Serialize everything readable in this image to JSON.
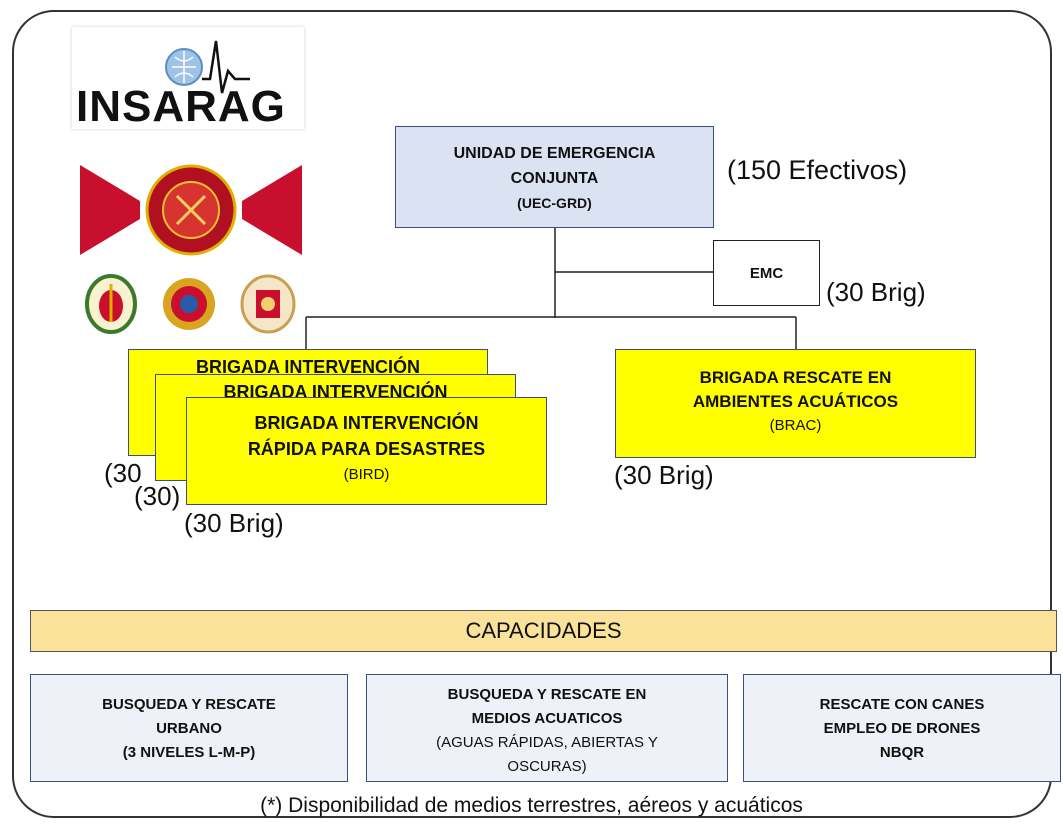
{
  "logos": {
    "insarag_text": "INSARAG"
  },
  "org": {
    "root": {
      "line1": "UNIDAD DE EMERGENCIA",
      "line2": "CONJUNTA",
      "code": "(UEC-GRD)",
      "count": "(150 Efectivos)"
    },
    "emc": {
      "label": "EMC",
      "count": "(30 Brig)"
    },
    "bird_stack": {
      "back_label": "BRIGADA INTERVENCIÓN",
      "line1": "BRIGADA INTERVENCIÓN",
      "line2": "RÁPIDA PARA DESASTRES",
      "code": "(BIRD)",
      "count_back1": "(30",
      "count_back2": "(30)",
      "count": "(30 Brig)"
    },
    "brac": {
      "line1": "BRIGADA RESCATE EN",
      "line2": "AMBIENTES ACUÁTICOS",
      "code": "(BRAC)",
      "count": "(30 Brig)"
    }
  },
  "capacidades": {
    "title": "CAPACIDADES",
    "boxes": [
      {
        "line1": "BUSQUEDA Y RESCATE",
        "line2": "URBANO",
        "line3": "(3 NIVELES L-M-P)"
      },
      {
        "line1": "BUSQUEDA Y RESCATE EN",
        "line2": "MEDIOS ACUATICOS",
        "line3": "(AGUAS RÁPIDAS, ABIERTAS Y",
        "line4": "OSCURAS)"
      },
      {
        "line1": "RESCATE CON CANES",
        "line2": "EMPLEO DE DRONES",
        "line3": "NBQR"
      }
    ]
  },
  "footnote": "(*) Disponibilidad de medios terrestres, aéreos y acuáticos",
  "colors": {
    "yellow": "#ffff00",
    "blue_box": "#dbe3f3",
    "cap_bar": "#fbe29a",
    "border_blue": "#3a4e86",
    "flag_red": "#c8102e"
  }
}
